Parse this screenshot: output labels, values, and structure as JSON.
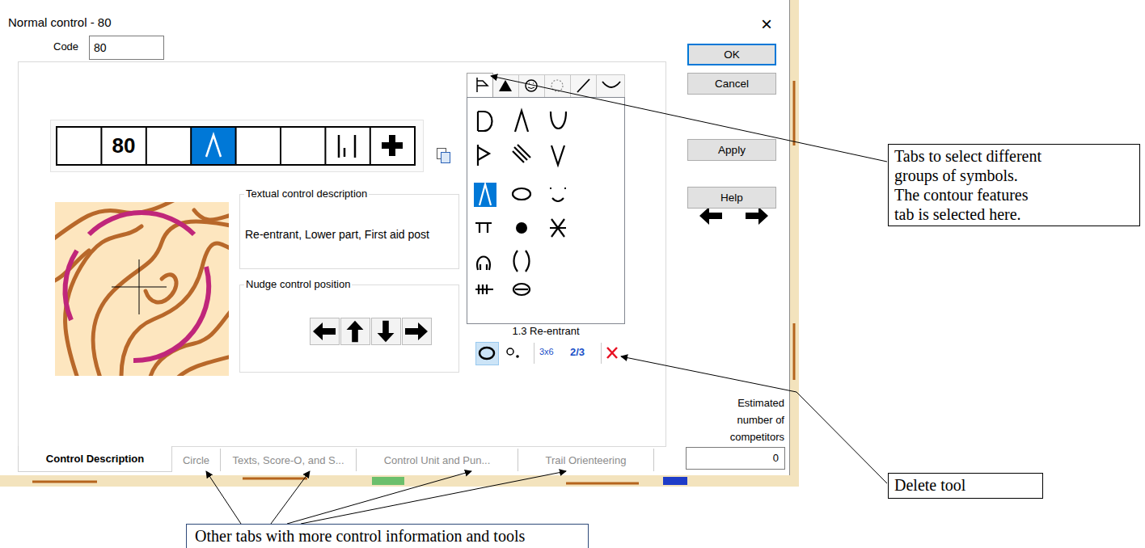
{
  "diagram": {
    "title": "Normal control - 80",
    "nodes": [
      {
        "text": [
          "Normal control - 80"
        ]
      },
      {
        "text": [
          "OK"
        ],
        "in": 0
      },
      {
        "text": [
          "Cancel"
        ],
        "in": 0
      },
      {
        "text": [
          "Apply"
        ],
        "in": 0
      },
      {
        "text": [
          "Help"
        ],
        "in": 0
      },
      {
        "text": [
          "Control Description"
        ],
        "in": 0
      },
      {
        "text": [
          "Circle"
        ],
        "in": 0
      },
      {
        "text": [
          "Texts, Score-O, and S..."
        ],
        "in": 0
      },
      {
        "text": [
          "Control Unit and Pun..."
        ],
        "in": 0
      },
      {
        "text": [
          "Trail Orienteering"
        ],
        "in": 0
      },
      {
        "text": [
          "Tabs to select different groups of symbols.",
          "The contour features tab is selected here."
        ]
      },
      {
        "text": [
          "Delete tool"
        ]
      },
      {
        "text": [
          "Other tabs with more control information and tools"
        ]
      }
    ],
    "edges": [
      {
        "from": 12,
        "to": 6,
        "arrow": "to"
      },
      {
        "from": 12,
        "to": 7,
        "arrow": "to"
      },
      {
        "from": 12,
        "to": 8,
        "arrow": "to"
      },
      {
        "from": 12,
        "to": 9,
        "arrow": "to"
      }
    ],
    "labels": [
      "×",
      "Code",
      "80",
      "80",
      "Textual control description",
      "Re-entrant, Lower part, First aid post",
      "Nudge control position",
      "1.3 Re-entrant",
      "3x6",
      "2/3",
      "Estimated number of competitors",
      "0"
    ]
  }
}
